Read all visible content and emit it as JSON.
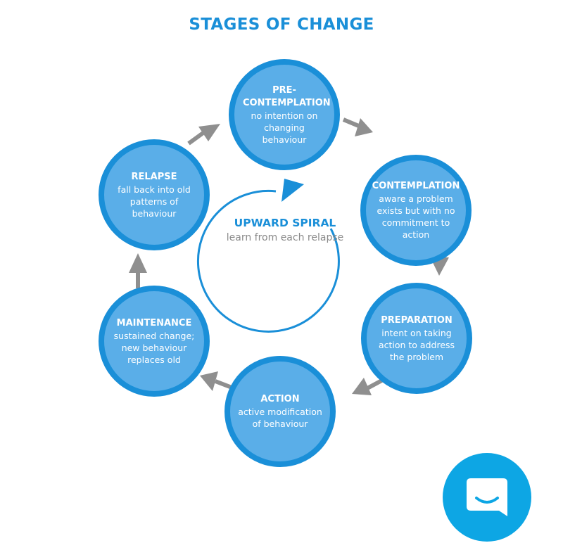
{
  "title": "STAGES OF CHANGE",
  "stages": [
    {
      "title": "PRE-CONTEMPLATION",
      "description": "no intention on changing behaviour"
    },
    {
      "title": "CONTEMPLATION",
      "description": "aware a problem exists but with no commitment to action"
    },
    {
      "title": "PREPARATION",
      "description": "intent on taking action to address the problem"
    },
    {
      "title": "ACTION",
      "description": "active modification of behaviour"
    },
    {
      "title": "MAINTENANCE",
      "description": "sustained change; new behaviour replaces old"
    },
    {
      "title": "RELAPSE",
      "description": "fall back into old patterns of behaviour"
    }
  ],
  "center": {
    "title": "UPWARD SPIRAL",
    "subtitle": "learn from each relapse"
  },
  "colors": {
    "accent": "#1a8fd8",
    "circle_fill": "#5aaee8",
    "arrow_gray": "#8f8f8f",
    "chat_button": "#0da6e4"
  },
  "icons": {
    "chat": "chat-bubble-icon"
  }
}
